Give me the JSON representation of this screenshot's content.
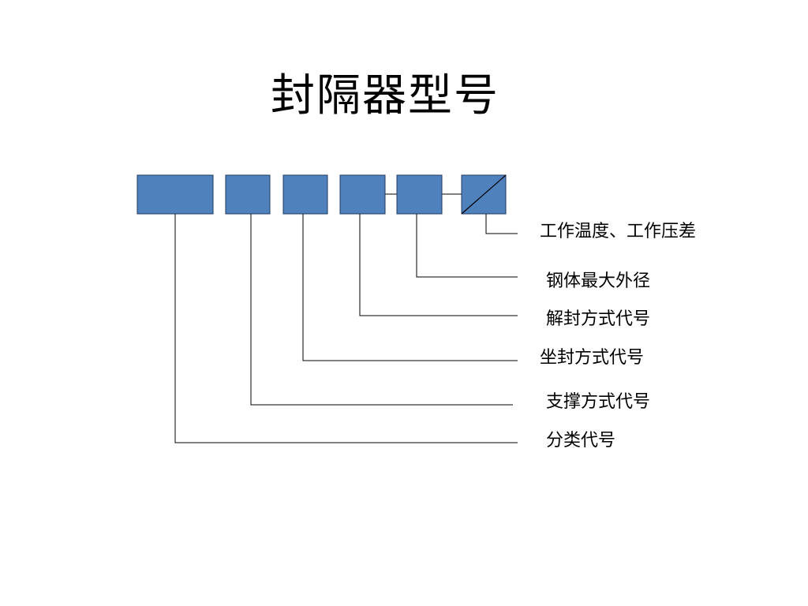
{
  "title": "封隔器型号",
  "colors": {
    "box_fill": "#4f81bd",
    "box_stroke": "#1f3a5f",
    "line": "#000000"
  },
  "labels": {
    "operating": "工作温度、工作压差",
    "steel_od": "钢体最大外径",
    "release": "解封方式代号",
    "setting": "坐封方式代号",
    "anchoring": "支撑方式代号",
    "category": "分类代号"
  }
}
